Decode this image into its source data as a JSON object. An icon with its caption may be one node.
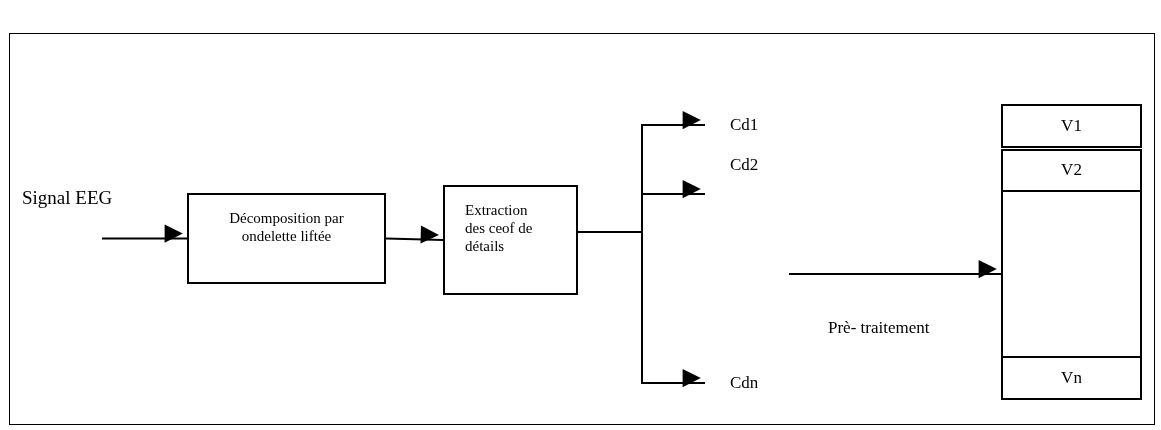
{
  "diagram": {
    "nodes": [
      {
        "text": [
          "Décomposition par ondelette liftée"
        ]
      },
      {
        "text": [
          "Extraction des ceof de détails"
        ]
      },
      {
        "text": [
          "Cd1"
        ]
      },
      {
        "text": [
          "Cd2"
        ]
      },
      {
        "text": [
          "Cdn"
        ]
      },
      {
        "text": [
          "V1"
        ]
      },
      {
        "text": [
          "V2"
        ]
      },
      {
        "text": [],
        "shape": "box"
      },
      {
        "text": [
          "Vn"
        ]
      }
    ],
    "edges": [
      {
        "from": null,
        "to": 0,
        "arrow": "to"
      },
      {
        "from": 0,
        "to": 1,
        "arrow": "to"
      },
      {
        "from": 1,
        "to": 2,
        "arrow": "to"
      },
      {
        "from": 1,
        "to": 3,
        "arrow": "to"
      },
      {
        "from": 1,
        "to": 4,
        "arrow": "to"
      },
      {
        "from": null,
        "to": 7,
        "arrow": "to"
      }
    ],
    "labels": [
      "Signal EEG",
      "Prè- traitement"
    ]
  }
}
